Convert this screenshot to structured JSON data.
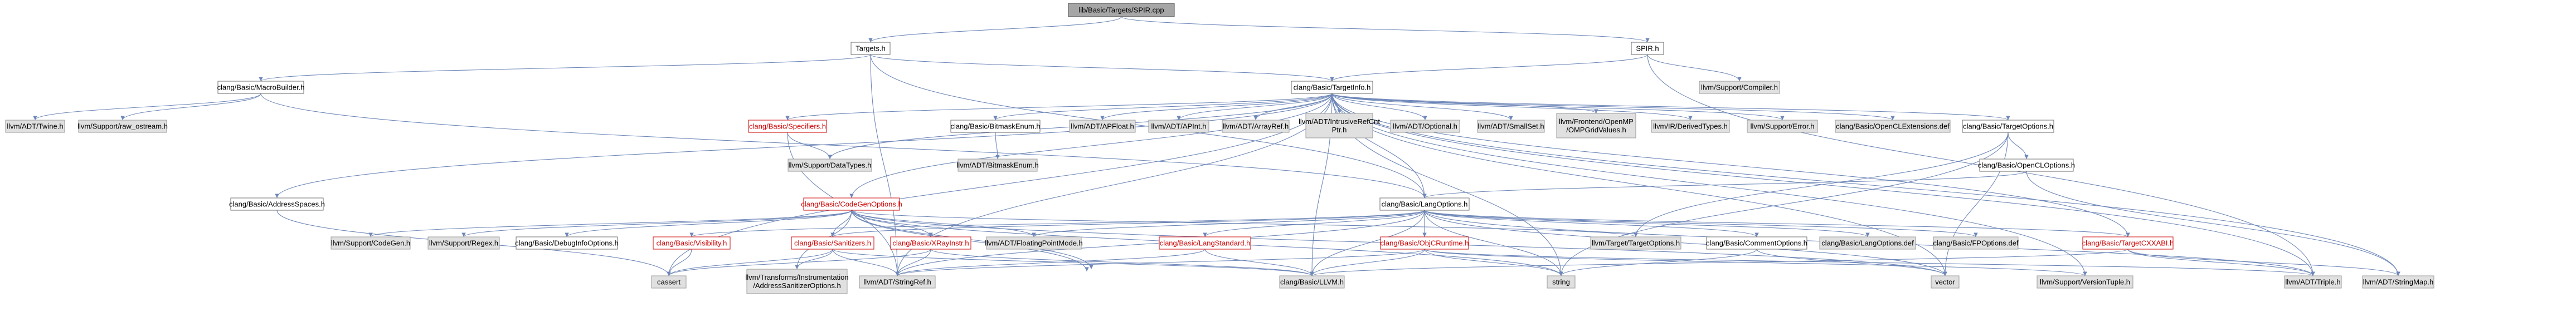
{
  "nodes": [
    {
      "id": "root",
      "label": "lib/Basic/Targets/SPIR.cpp",
      "kind": "root"
    },
    {
      "id": "targets",
      "label": "Targets.h",
      "kind": "local"
    },
    {
      "id": "spir",
      "label": "SPIR.h",
      "kind": "local"
    },
    {
      "id": "macrobuilder",
      "label": "clang/Basic/MacroBuilder.h",
      "kind": "local"
    },
    {
      "id": "targetinfo",
      "label": "clang/Basic/TargetInfo.h",
      "kind": "local"
    },
    {
      "id": "compiler",
      "label": "llvm/Support/Compiler.h",
      "kind": "sys"
    },
    {
      "id": "twine",
      "label": "llvm/ADT/Twine.h",
      "kind": "sys"
    },
    {
      "id": "raw_ostream",
      "label": "llvm/Support/raw_ostream.h",
      "kind": "sys"
    },
    {
      "id": "specifiers",
      "label": "clang/Basic/Specifiers.h",
      "kind": "warn"
    },
    {
      "id": "bitmaskenum",
      "label": "clang/Basic/BitmaskEnum.h",
      "kind": "local"
    },
    {
      "id": "apfloat",
      "label": "llvm/ADT/APFloat.h",
      "kind": "sys"
    },
    {
      "id": "apint",
      "label": "llvm/ADT/APInt.h",
      "kind": "sys"
    },
    {
      "id": "arrayref",
      "label": "llvm/ADT/ArrayRef.h",
      "kind": "sys"
    },
    {
      "id": "intrusive",
      "label": "llvm/ADT/IntrusiveRefCnt\nPtr.h",
      "kind": "sys"
    },
    {
      "id": "optional",
      "label": "llvm/ADT/Optional.h",
      "kind": "sys"
    },
    {
      "id": "smallset",
      "label": "llvm/ADT/SmallSet.h",
      "kind": "sys"
    },
    {
      "id": "openmp",
      "label": "llvm/Frontend/OpenMP\n/OMPGridValues.h",
      "kind": "sys"
    },
    {
      "id": "derivedtypes",
      "label": "llvm/IR/DerivedTypes.h",
      "kind": "sys"
    },
    {
      "id": "error",
      "label": "llvm/Support/Error.h",
      "kind": "sys"
    },
    {
      "id": "openclext",
      "label": "clang/Basic/OpenCLExtensions.def",
      "kind": "sys"
    },
    {
      "id": "targetoptions",
      "label": "clang/Basic/TargetOptions.h",
      "kind": "local"
    },
    {
      "id": "datatypes",
      "label": "llvm/Support/DataTypes.h",
      "kind": "sys"
    },
    {
      "id": "llvmbitmask",
      "label": "llvm/ADT/BitmaskEnum.h",
      "kind": "sys"
    },
    {
      "id": "openclopts",
      "label": "clang/Basic/OpenCLOptions.h",
      "kind": "local"
    },
    {
      "id": "addrspaces",
      "label": "clang/Basic/AddressSpaces.h",
      "kind": "local"
    },
    {
      "id": "codegenopts",
      "label": "clang/Basic/CodeGenOptions.h",
      "kind": "warn"
    },
    {
      "id": "langoptions",
      "label": "clang/Basic/LangOptions.h",
      "kind": "local"
    },
    {
      "id": "supportcodegen",
      "label": "llvm/Support/CodeGen.h",
      "kind": "sys"
    },
    {
      "id": "regex",
      "label": "llvm/Support/Regex.h",
      "kind": "sys"
    },
    {
      "id": "debuginfo",
      "label": "clang/Basic/DebugInfoOptions.h",
      "kind": "local"
    },
    {
      "id": "visibility",
      "label": "clang/Basic/Visibility.h",
      "kind": "warn"
    },
    {
      "id": "sanitizers",
      "label": "clang/Basic/Sanitizers.h",
      "kind": "warn"
    },
    {
      "id": "xraysinstr",
      "label": "clang/Basic/XRayInstr.h",
      "kind": "warn"
    },
    {
      "id": "floatmode",
      "label": "llvm/ADT/FloatingPointMode.h",
      "kind": "sys"
    },
    {
      "id": "langstandard",
      "label": "clang/Basic/LangStandard.h",
      "kind": "warn"
    },
    {
      "id": "objcruntime",
      "label": "clang/Basic/ObjCRuntime.h",
      "kind": "warn"
    },
    {
      "id": "targettargetopts",
      "label": "llvm/Target/TargetOptions.h",
      "kind": "sys"
    },
    {
      "id": "commentopts",
      "label": "clang/Basic/CommentOptions.h",
      "kind": "local"
    },
    {
      "id": "langoptsdef",
      "label": "clang/Basic/LangOptions.def",
      "kind": "sys"
    },
    {
      "id": "fpoptsdef",
      "label": "clang/Basic/FPOptions.def",
      "kind": "sys"
    },
    {
      "id": "targetcxxabi",
      "label": "clang/Basic/TargetCXXABI.h",
      "kind": "warn"
    },
    {
      "id": "cassert",
      "label": "cassert",
      "kind": "sys"
    },
    {
      "id": "asanopts",
      "label": "llvm/Transforms/Instrumentation\n/AddressSanitizerOptions.h",
      "kind": "sys"
    },
    {
      "id": "stringref",
      "label": "llvm/ADT/StringRef.h",
      "kind": "sys"
    },
    {
      "id": "llvmh",
      "label": "clang/Basic/LLVM.h",
      "kind": "sys"
    },
    {
      "id": "string",
      "label": "string",
      "kind": "sys"
    },
    {
      "id": "vector",
      "label": "vector",
      "kind": "sys"
    },
    {
      "id": "versiontuple",
      "label": "llvm/Support/VersionTuple.h",
      "kind": "sys"
    },
    {
      "id": "triple",
      "label": "llvm/ADT/Triple.h",
      "kind": "sys"
    },
    {
      "id": "stringmap",
      "label": "llvm/ADT/StringMap.h",
      "kind": "sys"
    }
  ],
  "edges": [
    [
      "root",
      "targets"
    ],
    [
      "root",
      "spir"
    ],
    [
      "targets",
      "macrobuilder"
    ],
    [
      "targets",
      "targetinfo"
    ],
    [
      "targets",
      "langoptions"
    ],
    [
      "targets",
      "stringref"
    ],
    [
      "spir",
      "targetinfo"
    ],
    [
      "spir",
      "compiler"
    ],
    [
      "spir",
      "triple"
    ],
    [
      "macrobuilder",
      "twine"
    ],
    [
      "macrobuilder",
      "raw_ostream"
    ],
    [
      "macrobuilder",
      "langoptions"
    ],
    [
      "targetinfo",
      "addrspaces"
    ],
    [
      "targetinfo",
      "bitmaskenum"
    ],
    [
      "targetinfo",
      "codegenopts"
    ],
    [
      "targetinfo",
      "langoptions"
    ],
    [
      "targetinfo",
      "llvmh"
    ],
    [
      "targetinfo",
      "specifiers"
    ],
    [
      "targetinfo",
      "targetcxxabi"
    ],
    [
      "targetinfo",
      "targetoptions"
    ],
    [
      "targetinfo",
      "apfloat"
    ],
    [
      "targetinfo",
      "apint"
    ],
    [
      "targetinfo",
      "arrayref"
    ],
    [
      "targetinfo",
      "intrusive"
    ],
    [
      "targetinfo",
      "optional"
    ],
    [
      "targetinfo",
      "smallset"
    ],
    [
      "targetinfo",
      "stringmap"
    ],
    [
      "targetinfo",
      "stringref"
    ],
    [
      "targetinfo",
      "triple"
    ],
    [
      "targetinfo",
      "openmp"
    ],
    [
      "targetinfo",
      "derivedtypes"
    ],
    [
      "targetinfo",
      "datatypes"
    ],
    [
      "targetinfo",
      "error"
    ],
    [
      "targetinfo",
      "versiontuple"
    ],
    [
      "targetinfo",
      "cassert"
    ],
    [
      "targetinfo",
      "string"
    ],
    [
      "targetinfo",
      "vector"
    ],
    [
      "targetinfo",
      "openclext"
    ],
    [
      "specifiers",
      "datatypes"
    ],
    [
      "specifiers",
      "stringref"
    ],
    [
      "bitmaskenum",
      "llvmbitmask"
    ],
    [
      "targetoptions",
      "openclopts"
    ],
    [
      "targetoptions",
      "targettargetopts"
    ],
    [
      "targetoptions",
      "string"
    ],
    [
      "targetoptions",
      "vector"
    ],
    [
      "openclopts",
      "langoptions"
    ],
    [
      "openclopts",
      "stringmap"
    ],
    [
      "addrspaces",
      "cassert"
    ],
    [
      "codegenopts",
      "debuginfo"
    ],
    [
      "codegenopts",
      "sanitizers"
    ],
    [
      "codegenopts",
      "xraysinstr"
    ],
    [
      "codegenopts",
      "floatmode"
    ],
    [
      "codegenopts",
      "supportcodegen"
    ],
    [
      "codegenopts",
      "regex"
    ],
    [
      "codegenopts",
      "targettargetopts"
    ],
    [
      "codegenopts",
      "asanopts"
    ],
    [
      "codegenopts",
      "map"
    ],
    [
      "codegenopts",
      "memory"
    ],
    [
      "codegenopts",
      "string"
    ],
    [
      "codegenopts",
      "vector"
    ],
    [
      "langoptions",
      "commentopts"
    ],
    [
      "langoptions",
      "llvmh"
    ],
    [
      "langoptions",
      "langstandard"
    ],
    [
      "langoptions",
      "objcruntime"
    ],
    [
      "langoptions",
      "sanitizers"
    ],
    [
      "langoptions",
      "targetcxxabi"
    ],
    [
      "langoptions",
      "visibility"
    ],
    [
      "langoptions",
      "floatmode"
    ],
    [
      "langoptions",
      "stringref"
    ],
    [
      "langoptions",
      "triple"
    ],
    [
      "langoptions",
      "string"
    ],
    [
      "langoptions",
      "vector"
    ],
    [
      "langoptions",
      "langoptsdef"
    ],
    [
      "langoptions",
      "fpoptsdef"
    ],
    [
      "sanitizers",
      "llvmh"
    ],
    [
      "sanitizers",
      "stringref"
    ],
    [
      "sanitizers",
      "asanopts"
    ],
    [
      "sanitizers",
      "cassert"
    ],
    [
      "xraysinstr",
      "llvmh"
    ],
    [
      "xraysinstr",
      "stringref"
    ],
    [
      "xraysinstr",
      "cassert"
    ],
    [
      "visibility",
      "cassert"
    ],
    [
      "langstandard",
      "llvmh"
    ],
    [
      "langstandard",
      "stringref"
    ],
    [
      "objcruntime",
      "llvmh"
    ],
    [
      "objcruntime",
      "stringref"
    ],
    [
      "objcruntime",
      "versiontuple"
    ],
    [
      "objcruntime",
      "triple"
    ],
    [
      "objcruntime",
      "string"
    ],
    [
      "commentopts",
      "string"
    ],
    [
      "commentopts",
      "vector"
    ],
    [
      "targetcxxabi",
      "llvmh"
    ],
    [
      "targetcxxabi",
      "stringmap"
    ],
    [
      "targetcxxabi",
      "triple"
    ]
  ]
}
